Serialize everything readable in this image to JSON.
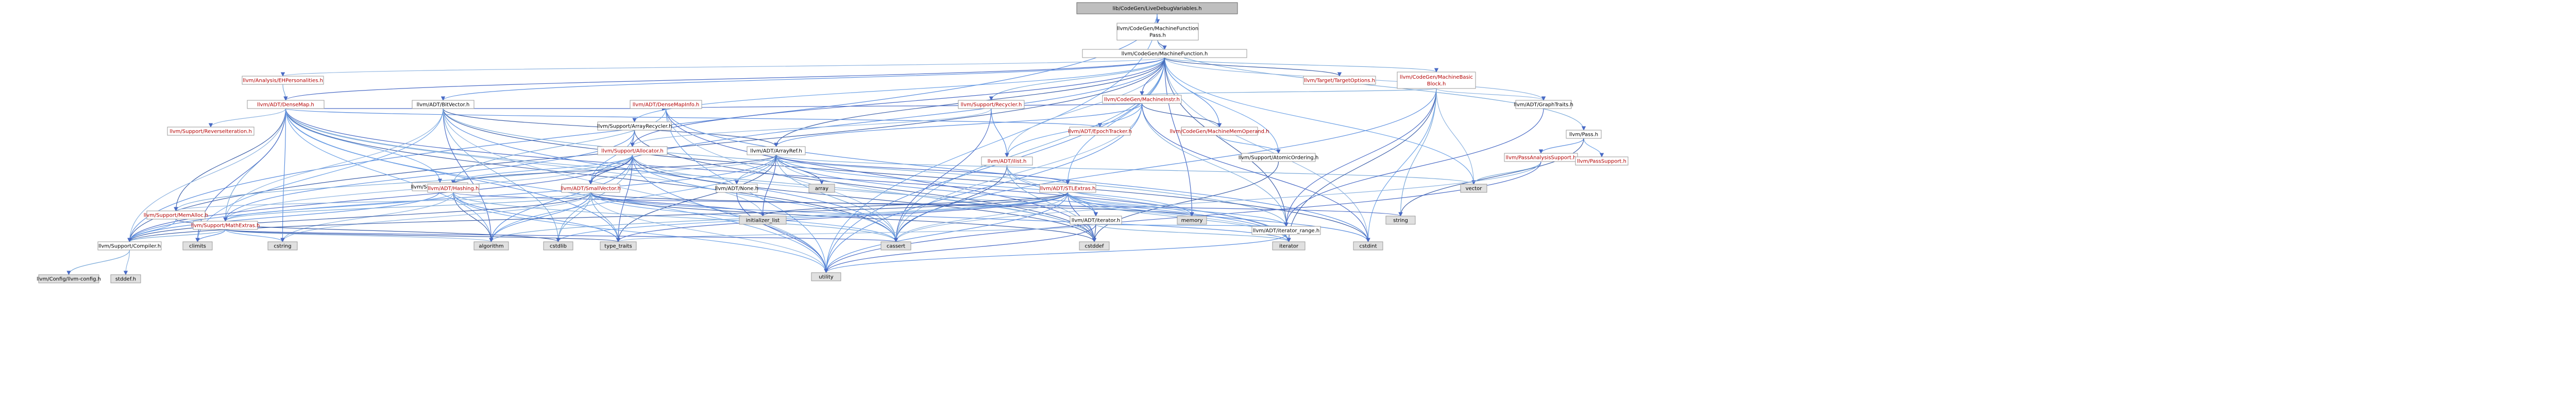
{
  "colors": {
    "background": "#ffffff",
    "node_border": "#999999",
    "node_fill": "#ffffff",
    "root_fill": "#bfbfbf",
    "root_border": "#666666",
    "external_fill": "#e0e0e0",
    "external_border": "#999999",
    "text_default": "#000000",
    "text_incomplete": "#b30000",
    "edge_colors": [
      "#4a6bc5",
      "#5c8ede",
      "#6fa3e6",
      "#3d5fa8",
      "#7aa9d9",
      "#8fb4e0"
    ]
  },
  "nodes": [
    {
      "id": "root",
      "label": "lib/CodeGen/LiveDebugVariables.h",
      "kind": "root"
    },
    {
      "id": "mfp",
      "label": "llvm/CodeGen/MachineFunction\nPass.h",
      "kind": "normal"
    },
    {
      "id": "mf",
      "label": "llvm/CodeGen/MachineFunction.h",
      "kind": "normal"
    },
    {
      "id": "ehp",
      "label": "llvm/Analysis/EHPersonalities.h",
      "kind": "incomplete"
    },
    {
      "id": "dm",
      "label": "llvm/ADT/DenseMap.h",
      "kind": "incomplete"
    },
    {
      "id": "bv",
      "label": "llvm/ADT/BitVector.h",
      "kind": "normal"
    },
    {
      "id": "revit",
      "label": "llvm/Support/ReverseIteration.h",
      "kind": "incomplete"
    },
    {
      "id": "ar",
      "label": "llvm/Support/ArrayRecycler.h",
      "kind": "normal"
    },
    {
      "id": "dmi",
      "label": "llvm/ADT/DenseMapInfo.h",
      "kind": "incomplete"
    },
    {
      "id": "alloc",
      "label": "llvm/Support/Allocator.h",
      "kind": "incomplete"
    },
    {
      "id": "arref",
      "label": "llvm/ADT/ArrayRef.h",
      "kind": "normal"
    },
    {
      "id": "recycler",
      "label": "llvm/Support/Recycler.h",
      "kind": "incomplete"
    },
    {
      "id": "ilist",
      "label": "llvm/ADT/ilist.h",
      "kind": "incomplete"
    },
    {
      "id": "ept",
      "label": "llvm/ADT/EpochTracker.h",
      "kind": "incomplete"
    },
    {
      "id": "mi",
      "label": "llvm/CodeGen/MachineInstr.h",
      "kind": "incomplete"
    },
    {
      "id": "mmo",
      "label": "llvm/CodeGen/MachineMemOperand.h",
      "kind": "incomplete"
    },
    {
      "id": "ao",
      "label": "llvm/Support/AtomicOrdering.h",
      "kind": "normal"
    },
    {
      "id": "tto",
      "label": "llvm/Target/TargetOptions.h",
      "kind": "incomplete"
    },
    {
      "id": "mbb",
      "label": "llvm/CodeGen/MachineBasic\nBlock.h",
      "kind": "incomplete"
    },
    {
      "id": "gt",
      "label": "llvm/ADT/GraphTraits.h",
      "kind": "normal"
    },
    {
      "id": "pass",
      "label": "llvm/Pass.h",
      "kind": "normal"
    },
    {
      "id": "pas",
      "label": "llvm/PassAnalysisSupport.h",
      "kind": "incomplete"
    },
    {
      "id": "ps",
      "label": "llvm/PassSupport.h",
      "kind": "incomplete"
    },
    {
      "id": "ao2",
      "label": "llvm/Support/AlignOf.h",
      "kind": "normal"
    },
    {
      "id": "hashing",
      "label": "llvm/ADT/Hashing.h",
      "kind": "incomplete"
    },
    {
      "id": "sv",
      "label": "llvm/ADT/SmallVector.h",
      "kind": "incomplete"
    },
    {
      "id": "none",
      "label": "llvm/ADT/None.h",
      "kind": "normal"
    },
    {
      "id": "stlx",
      "label": "llvm/ADT/STLExtras.h",
      "kind": "incomplete"
    },
    {
      "id": "iter",
      "label": "llvm/ADT/iterator.h",
      "kind": "normal"
    },
    {
      "id": "iterr",
      "label": "llvm/ADT/iterator_range.h",
      "kind": "normal"
    },
    {
      "id": "memalloc",
      "label": "llvm/Support/MemAlloc.h",
      "kind": "incomplete"
    },
    {
      "id": "mathx",
      "label": "llvm/Support/MathExtras.h",
      "kind": "incomplete"
    },
    {
      "id": "comp",
      "label": "llvm/Support/Compiler.h",
      "kind": "normal"
    },
    {
      "id": "cfg",
      "label": "llvm/Config/llvm-config.h",
      "kind": "external"
    },
    {
      "id": "stddef",
      "label": "stddef.h",
      "kind": "external"
    },
    {
      "id": "utility",
      "label": "utility",
      "kind": "external"
    },
    {
      "id": "climits",
      "label": "climits",
      "kind": "external"
    },
    {
      "id": "cstring",
      "label": "cstring",
      "kind": "external"
    },
    {
      "id": "algorithm",
      "label": "algorithm",
      "kind": "external"
    },
    {
      "id": "cstdlib",
      "label": "cstdlib",
      "kind": "external"
    },
    {
      "id": "typetraits",
      "label": "type_traits",
      "kind": "external"
    },
    {
      "id": "cassert",
      "label": "cassert",
      "kind": "external"
    },
    {
      "id": "cstddef",
      "label": "cstddef",
      "kind": "external"
    },
    {
      "id": "initlist",
      "label": "initializer_list",
      "kind": "external"
    },
    {
      "id": "array",
      "label": "array",
      "kind": "external"
    },
    {
      "id": "memory",
      "label": "memory",
      "kind": "external"
    },
    {
      "id": "string",
      "label": "string",
      "kind": "external"
    },
    {
      "id": "iterator",
      "label": "iterator",
      "kind": "external"
    },
    {
      "id": "cstdint",
      "label": "cstdint",
      "kind": "external"
    },
    {
      "id": "vector",
      "label": "vector",
      "kind": "external"
    }
  ]
}
